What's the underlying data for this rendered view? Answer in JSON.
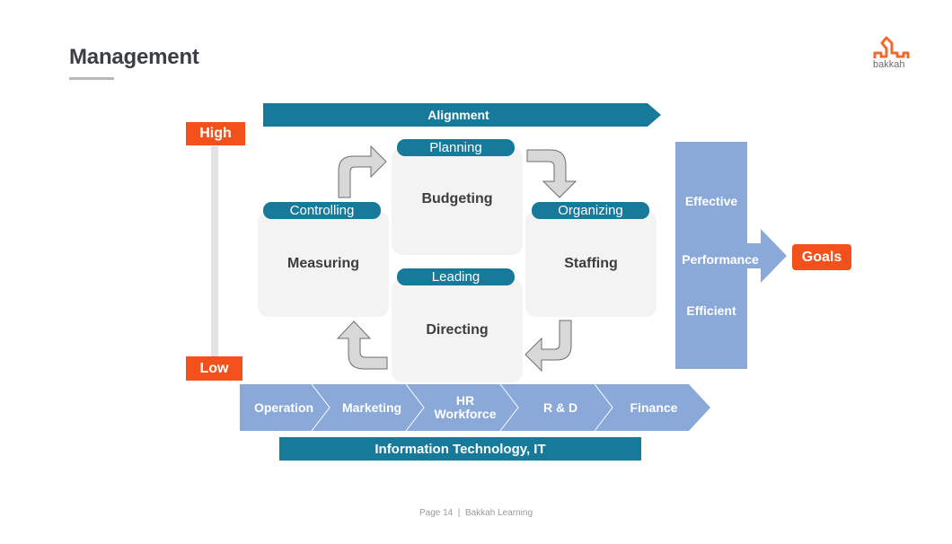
{
  "header": {
    "title": "Management",
    "logo_text": "bakkah",
    "logo_icon": "bakkah-logo-icon"
  },
  "colors": {
    "teal": "#177a9b",
    "orange": "#f2511b",
    "light_blue": "#8aa9d9",
    "card_gray": "#f3f3f3",
    "arrow_gray": "#d8d8d8"
  },
  "alignment": {
    "label": "Alignment"
  },
  "scale": {
    "high": "High",
    "low": "Low"
  },
  "cycle": {
    "planning": {
      "tag": "Planning",
      "body": "Budgeting"
    },
    "organizing": {
      "tag": "Organizing",
      "body": "Staffing"
    },
    "leading": {
      "tag": "Leading",
      "body": "Directing"
    },
    "controlling": {
      "tag": "Controlling",
      "body": "Measuring"
    }
  },
  "performance": {
    "items": [
      "Effective",
      "Performance",
      "Efficient"
    ],
    "goal": "Goals"
  },
  "functions": {
    "items": [
      "Operation",
      "Marketing",
      "HR\nWorkforce",
      "R & D",
      "Finance"
    ],
    "hr_line1": "HR",
    "hr_line2": "Workforce"
  },
  "it_bar": {
    "label": "Information Technology, IT"
  },
  "footer": {
    "text": "Page 14  |  Bakkah Learning"
  }
}
